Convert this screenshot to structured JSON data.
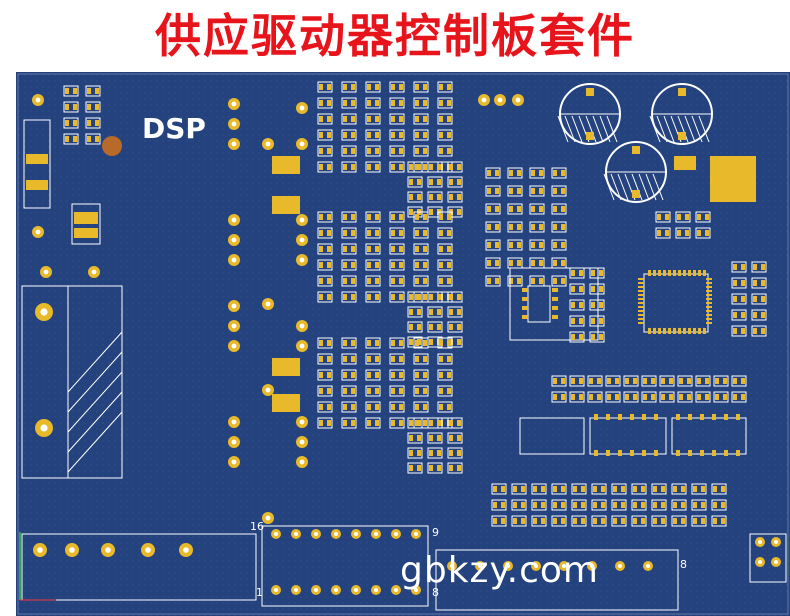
{
  "title": "供应驱动器控制板套件",
  "board": {
    "silkscreen_label": "DSP",
    "watermark": "gbkzy.com",
    "header_pin_labels": {
      "left_top": "16",
      "left_bottom": "1",
      "right_top": "9",
      "right_bottom": "8",
      "connector_right": "8"
    }
  },
  "colors": {
    "board": "#23427e",
    "pad": "#e8b92a",
    "silkscreen": "#ffffff",
    "title": "#e8141b"
  }
}
